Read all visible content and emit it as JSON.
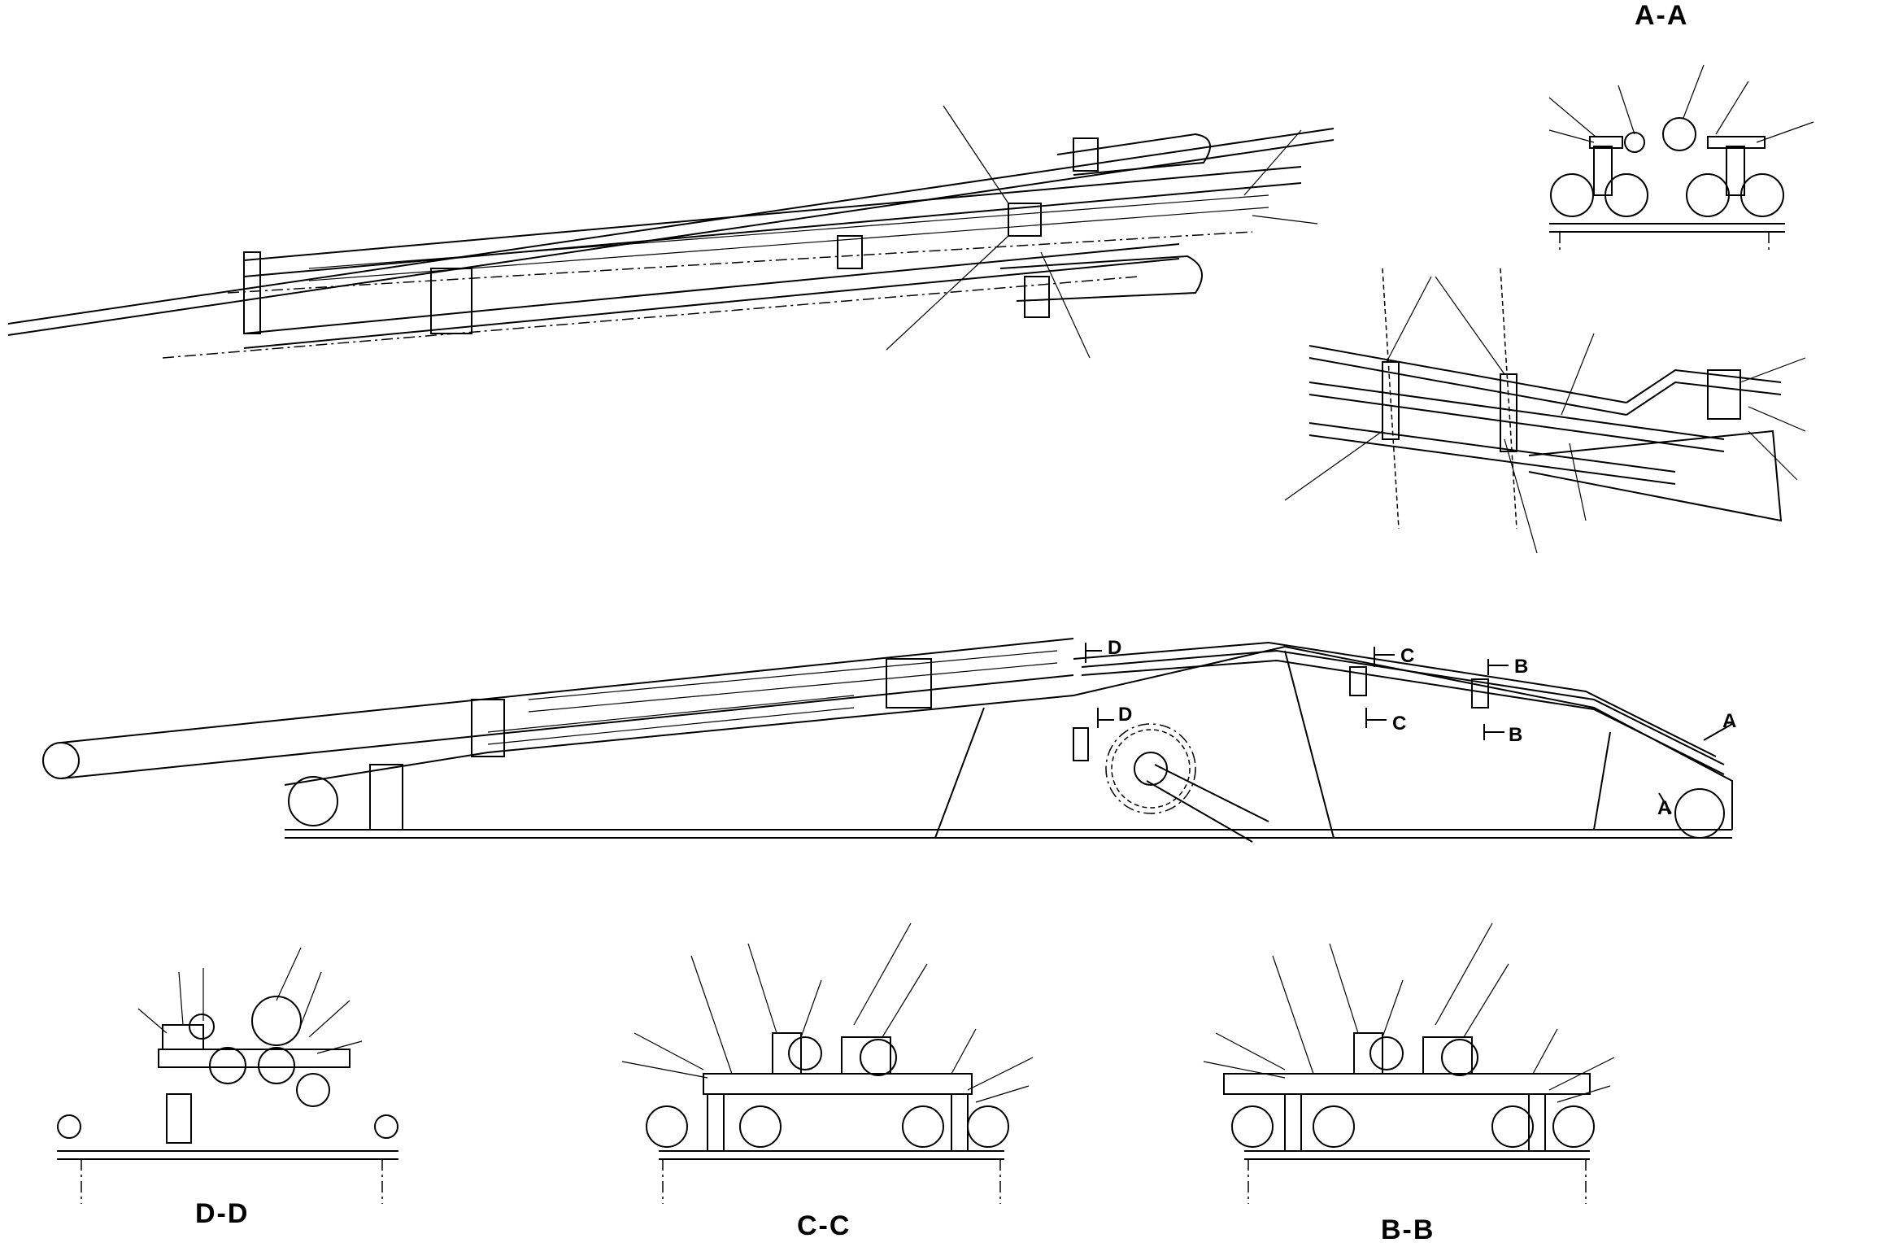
{
  "section_titles": {
    "aa": "A-A",
    "bb": "B-B",
    "cc": "C-C",
    "dd": "D-D"
  },
  "section_markers": {
    "a_top": "A",
    "a_bottom": "A",
    "b_top": "B",
    "b_bottom": "B",
    "c_top": "C",
    "c_bottom": "C",
    "d_top": "D",
    "d_bottom": "D"
  },
  "colors": {
    "ink": "#000000",
    "paper": "#ffffff"
  }
}
